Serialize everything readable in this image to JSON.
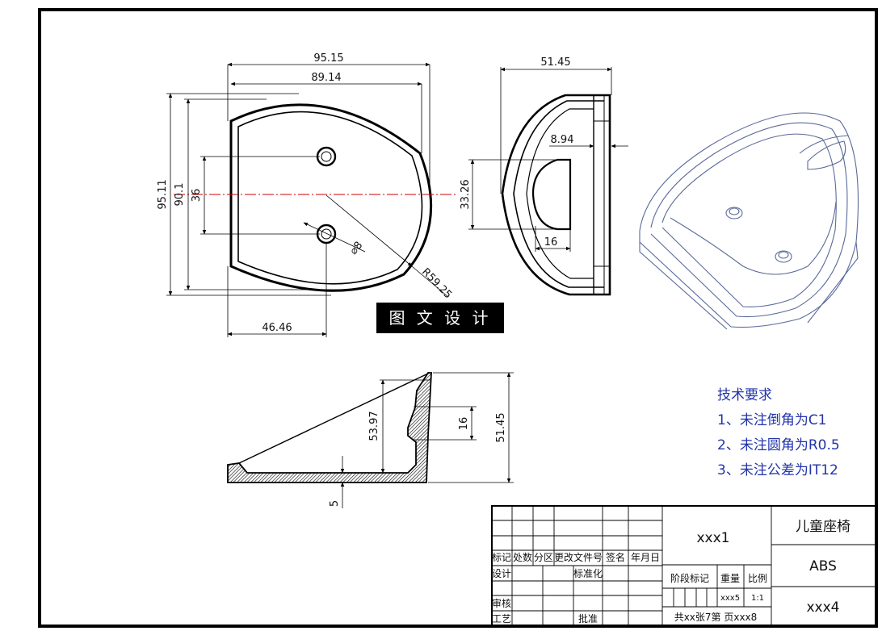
{
  "drawing": {
    "watermark": "图 文 设 计",
    "front_view": {
      "dims": [
        "95.15",
        "89.14",
        "95.11",
        "90.1",
        "36",
        "⌀8",
        "R59.25",
        "46.46"
      ]
    },
    "side_view": {
      "dims": [
        "51.45",
        "8.94",
        "33.26",
        "16"
      ]
    },
    "section_view": {
      "dims": [
        "53.97",
        "16",
        "51.45",
        "5"
      ]
    },
    "tech_requirements": {
      "title": "技术要求",
      "items": [
        "1、未注倒角为C1",
        "2、未注圆角为R0.5",
        "3、未注公差为IT12"
      ]
    }
  },
  "title_block": {
    "headers": [
      "标记",
      "处数",
      "分区",
      "更改文件号",
      "签名",
      "年月日"
    ],
    "row_design": "设计",
    "row_standard": "标准化",
    "row_review": "审核",
    "row_process": "工艺",
    "row_approve": "批准",
    "stage_mark": "阶段标记",
    "weight": "重量",
    "scale": "比例",
    "weight_value": "xxx5",
    "scale_value": "1:1",
    "sheets": "共xx张7第 页xxx8",
    "drawing_no": "xxx1",
    "part_name": "儿童座椅",
    "material": "ABS",
    "company": "xxx4"
  },
  "colors": {
    "ink": "#000000",
    "centerline": "#cc0000",
    "tech_text": "#2233aa",
    "iso_line": "#5a6a9a"
  }
}
